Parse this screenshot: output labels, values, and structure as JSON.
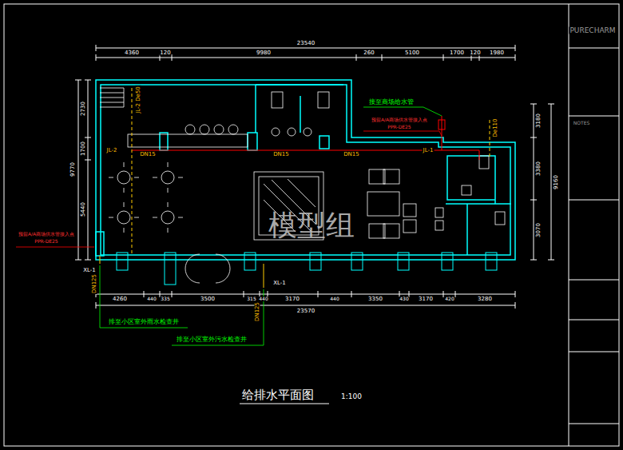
{
  "diagram": {
    "title": "给排水平面图",
    "labels": [
      "23540",
      "4360",
      "120",
      "9980",
      "260",
      "5100",
      "1700",
      "120",
      "1980",
      "4260",
      "440",
      "335",
      "3500",
      "315",
      "440",
      "3170",
      "440",
      "3350",
      "430",
      "3170",
      "420",
      "3280",
      "23570",
      "9770",
      "2730",
      "1700",
      "5440",
      "9160",
      "3180",
      "3380",
      "3070",
      "JL-2 De50",
      "DN15",
      "DN15",
      "DN15",
      "JL-2",
      "JL-1",
      "De110",
      "XL-1",
      "XL-1",
      "DN125",
      "DN125",
      "接至商场给水管",
      "预留A/A商场供水管接入点",
      "PPR-DE25",
      "预留A/A商场供水管接入点",
      "PPR-DE25",
      "排至小区室外雨水检查井",
      "排至小区室外污水检查井",
      "1:100",
      "模型组",
      "PURECHARM",
      "NOTES"
    ]
  }
}
